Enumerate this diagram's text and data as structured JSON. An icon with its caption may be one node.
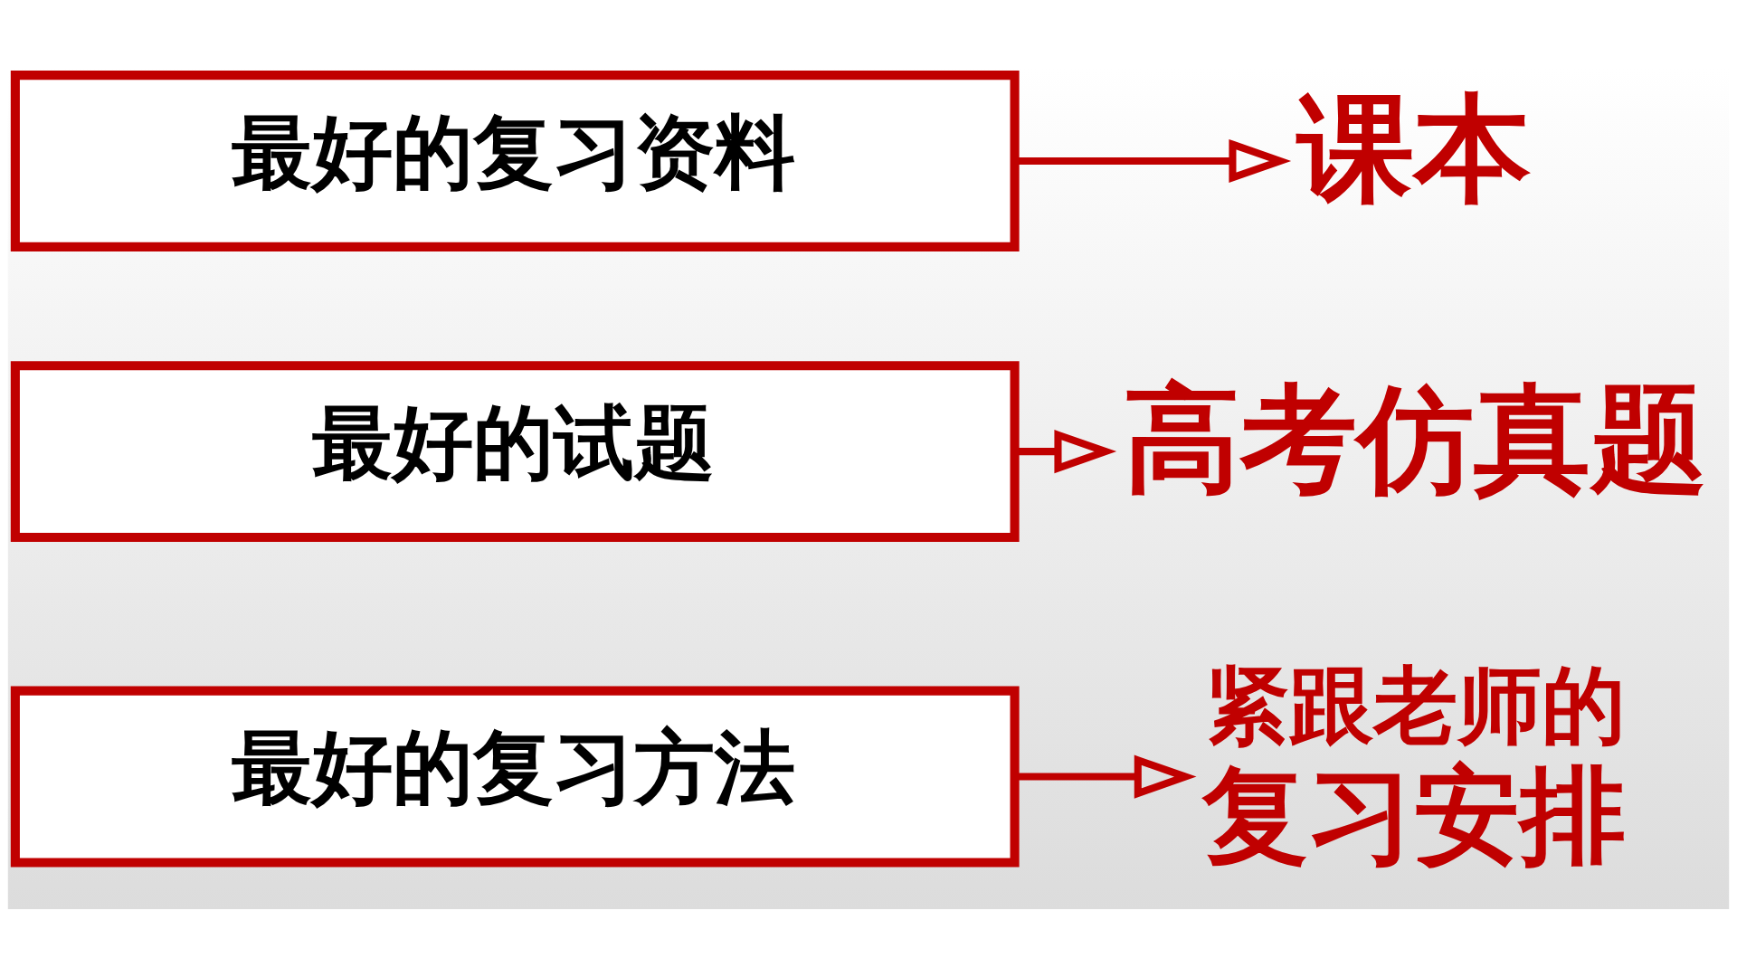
{
  "diagram": {
    "nodes": [
      {
        "text": [
          "最好的复习资料"
        ]
      },
      {
        "text": [
          "课本"
        ]
      },
      {
        "text": [
          "最好的试题"
        ]
      },
      {
        "text": [
          "高考仿真题"
        ]
      },
      {
        "text": [
          "最好的复习方法"
        ]
      },
      {
        "text": [
          "紧跟老师的",
          "复习安排"
        ]
      }
    ],
    "edges": [
      {
        "from": 0,
        "to": 1,
        "arrow": "to"
      },
      {
        "from": 2,
        "to": 3,
        "arrow": "to"
      },
      {
        "from": 4,
        "to": 5,
        "arrow": "to"
      }
    ]
  }
}
